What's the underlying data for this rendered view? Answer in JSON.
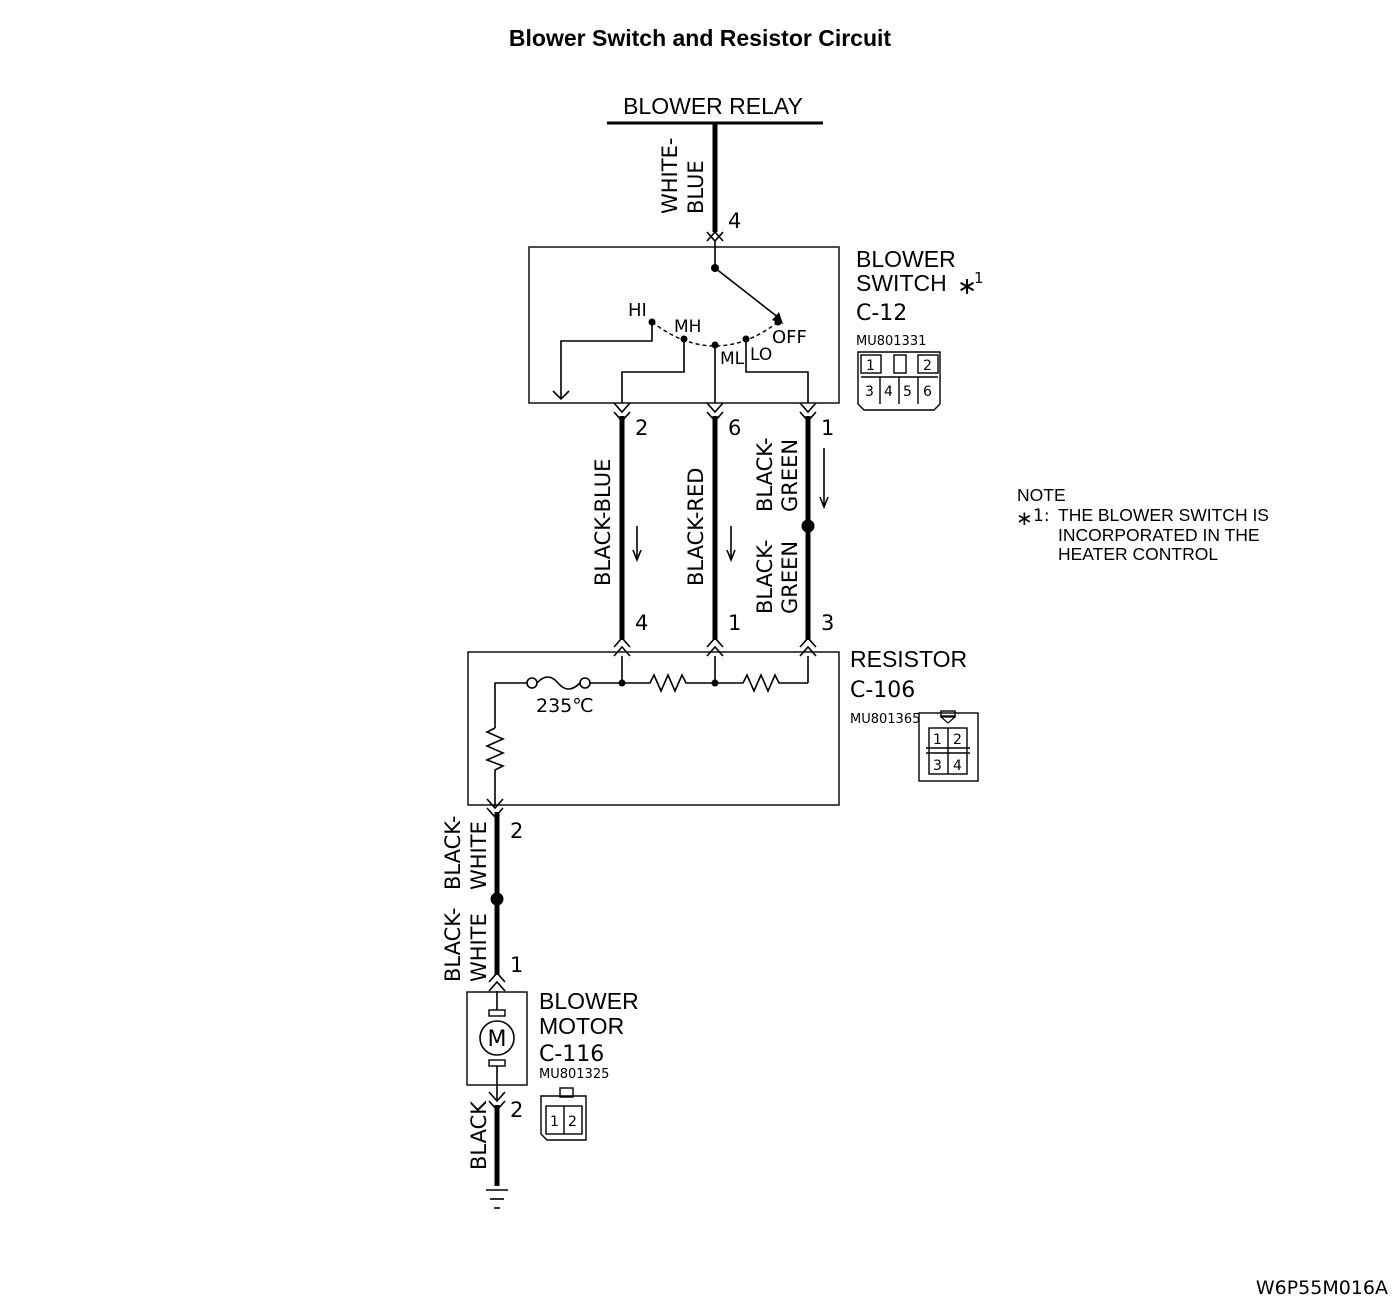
{
  "title": "Blower Switch and Resistor Circuit",
  "relay": {
    "label": "BLOWER RELAY",
    "wire_line1": "WHITE-",
    "wire_line2": "BLUE",
    "pin": "4"
  },
  "switch": {
    "name_line1": "BLOWER",
    "name_line2": "SWITCH",
    "star": "∗",
    "note_ref": "1",
    "connector": "C-12",
    "part_no": "MU801331",
    "positions": {
      "hi": "HI",
      "mh": "MH",
      "ml": "ML",
      "lo": "LO",
      "off": "OFF"
    },
    "pins_top": [
      "1",
      "2"
    ],
    "pins_bottom": [
      "3",
      "4",
      "5",
      "6"
    ]
  },
  "wires_mid": {
    "left": {
      "color": "BLACK-BLUE",
      "pin_top": "2",
      "pin_bottom": "4"
    },
    "center": {
      "color": "BLACK-RED",
      "pin_top": "6",
      "pin_bottom": "1"
    },
    "right": {
      "color_upper_1": "BLACK-",
      "color_upper_2": "GREEN",
      "color_lower_1": "BLACK-",
      "color_lower_2": "GREEN",
      "pin_top": "1",
      "pin_bottom": "3"
    }
  },
  "resistor": {
    "name": "RESISTOR",
    "connector": "C-106",
    "part_no": "MU801365",
    "fuse_temp": "235℃",
    "pins": [
      "1",
      "2",
      "3",
      "4"
    ]
  },
  "motor_wire": {
    "upper_1": "BLACK-",
    "upper_2": "WHITE",
    "pin_upper": "2",
    "lower_1": "BLACK-",
    "lower_2": "WHITE",
    "pin_lower": "1"
  },
  "motor": {
    "name_line1": "BLOWER",
    "name_line2": "MOTOR",
    "connector": "C-116",
    "part_no": "MU801325",
    "symbol": "M",
    "pins": [
      "1",
      "2"
    ]
  },
  "ground_wire": {
    "color": "BLACK",
    "pin": "2"
  },
  "note": {
    "heading": "NOTE",
    "star": "∗",
    "ref": "1:",
    "line1": "THE BLOWER SWITCH IS",
    "line2": "INCORPORATED IN THE",
    "line3": "HEATER CONTROL"
  },
  "figure_code": "W6P55M016A"
}
